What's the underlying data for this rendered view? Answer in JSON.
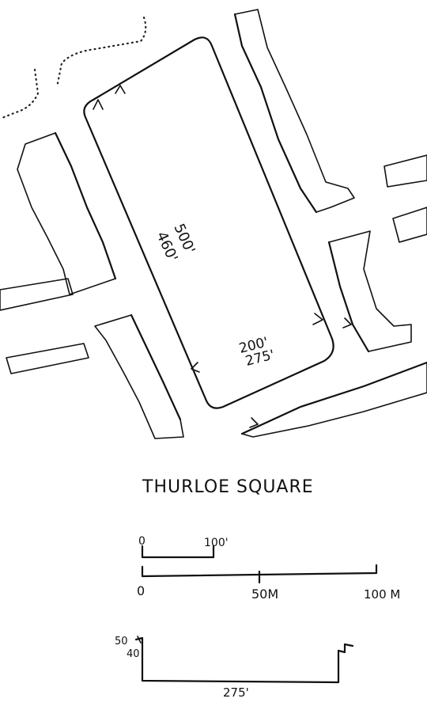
{
  "title": "THURLOE SQUARE",
  "square_labels": {
    "long_side_1": "500'",
    "long_side_2": "460'",
    "short_side_1": "200'",
    "short_side_2": "275'"
  },
  "scale_bar": {
    "feet_start": "0",
    "feet_end": "100'",
    "metric_start": "0",
    "metric_mid": "50M",
    "metric_end": "100 M"
  },
  "section": {
    "height_1": "50",
    "height_2": "40",
    "width": "275'"
  }
}
